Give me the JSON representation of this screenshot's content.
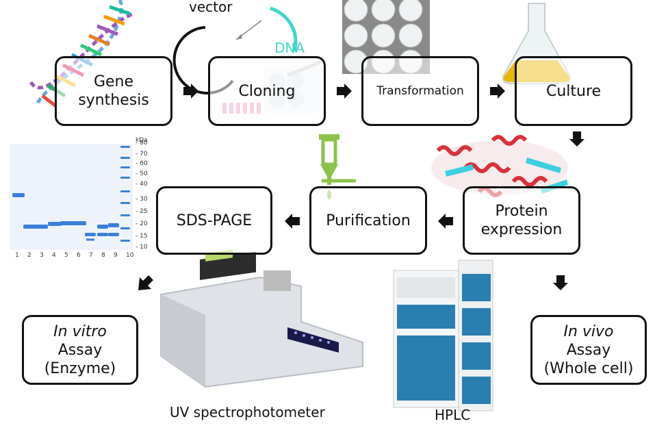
{
  "steps": {
    "gene_synthesis": {
      "line1": "Gene",
      "line2": "synthesis"
    },
    "cloning": {
      "label": "Cloning"
    },
    "transformation": {
      "label": "Transformation"
    },
    "culture": {
      "label": "Culture"
    },
    "protein_expression": {
      "line1": "Protein",
      "line2": "expression"
    },
    "purification": {
      "label": "Purification"
    },
    "sds_page": {
      "label": "SDS-PAGE"
    },
    "in_vitro": {
      "line1": "In vitro",
      "line2": "Assay",
      "line3": "(Enzyme)"
    },
    "in_vivo": {
      "line1": "In vivo",
      "line2": "Assay",
      "line3": "(Whole cell)"
    }
  },
  "labels": {
    "vector": "vector",
    "dna": "DNA",
    "uv": "UV spectrophotometer",
    "hplc": "HPLC"
  },
  "gel": {
    "unit": "kDa",
    "markers": [
      "80",
      "70",
      "60",
      "50",
      "40",
      "30",
      "25",
      "20",
      "15",
      "10"
    ],
    "lanes": [
      "1",
      "2",
      "3",
      "4",
      "5",
      "6",
      "7",
      "8",
      "9",
      "10"
    ]
  },
  "colors": {
    "dna_label": "#3fd6c8",
    "gel_band": "#3a7fd8",
    "flask_liquid": "#e8b800",
    "filter_green": "#8bc34a",
    "hplc_blue": "#2a7fb0",
    "protein_red": "#d9313b",
    "protein_cyan": "#3ccfe0"
  }
}
